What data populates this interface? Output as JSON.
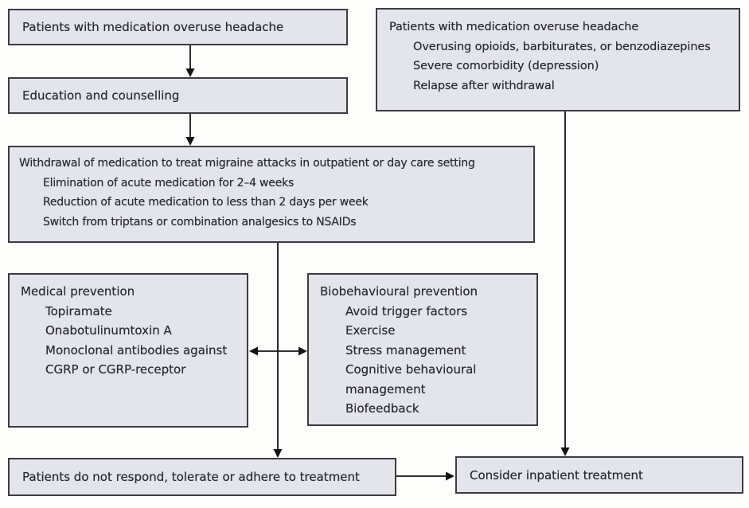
{
  "colors": {
    "box_fill": "#e4e4ec",
    "box_border": "#3c3c44",
    "text": "#2b2b33",
    "arrow": "#141414",
    "background": "#fdfdfb"
  },
  "boxes": {
    "patients_overuse": {
      "title": "Patients with medication overuse headache"
    },
    "education": {
      "title": "Education and counselling"
    },
    "withdrawal": {
      "title": "Withdrawal of medication to treat migraine attacks in outpatient or day care setting",
      "items": [
        "Elimination of acute medication for 2–4 weeks",
        "Reduction of acute medication to less than 2 days per week",
        "Switch from triptans or combination analgesics to NSAIDs"
      ]
    },
    "patients_overuse_risk": {
      "title": "Patients with medication overuse headache",
      "items": [
        "Overusing opioids, barbiturates, or benzodiazepines",
        "Severe comorbidity (depression)",
        "Relapse after withdrawal"
      ]
    },
    "medical_prevention": {
      "title": "Medical prevention",
      "items": [
        "Topiramate",
        "Onabotulinumtoxin A",
        "Monoclonal antibodies against CGRP or CGRP-receptor"
      ]
    },
    "biobehavioural_prevention": {
      "title": "Biobehavioural prevention",
      "items": [
        "Avoid trigger factors",
        "Exercise",
        "Stress management",
        "Cognitive behavioural management",
        "Biofeedback"
      ]
    },
    "no_response": {
      "title": "Patients do not respond, tolerate or adhere to treatment"
    },
    "inpatient": {
      "title": "Consider inpatient treatment"
    }
  }
}
